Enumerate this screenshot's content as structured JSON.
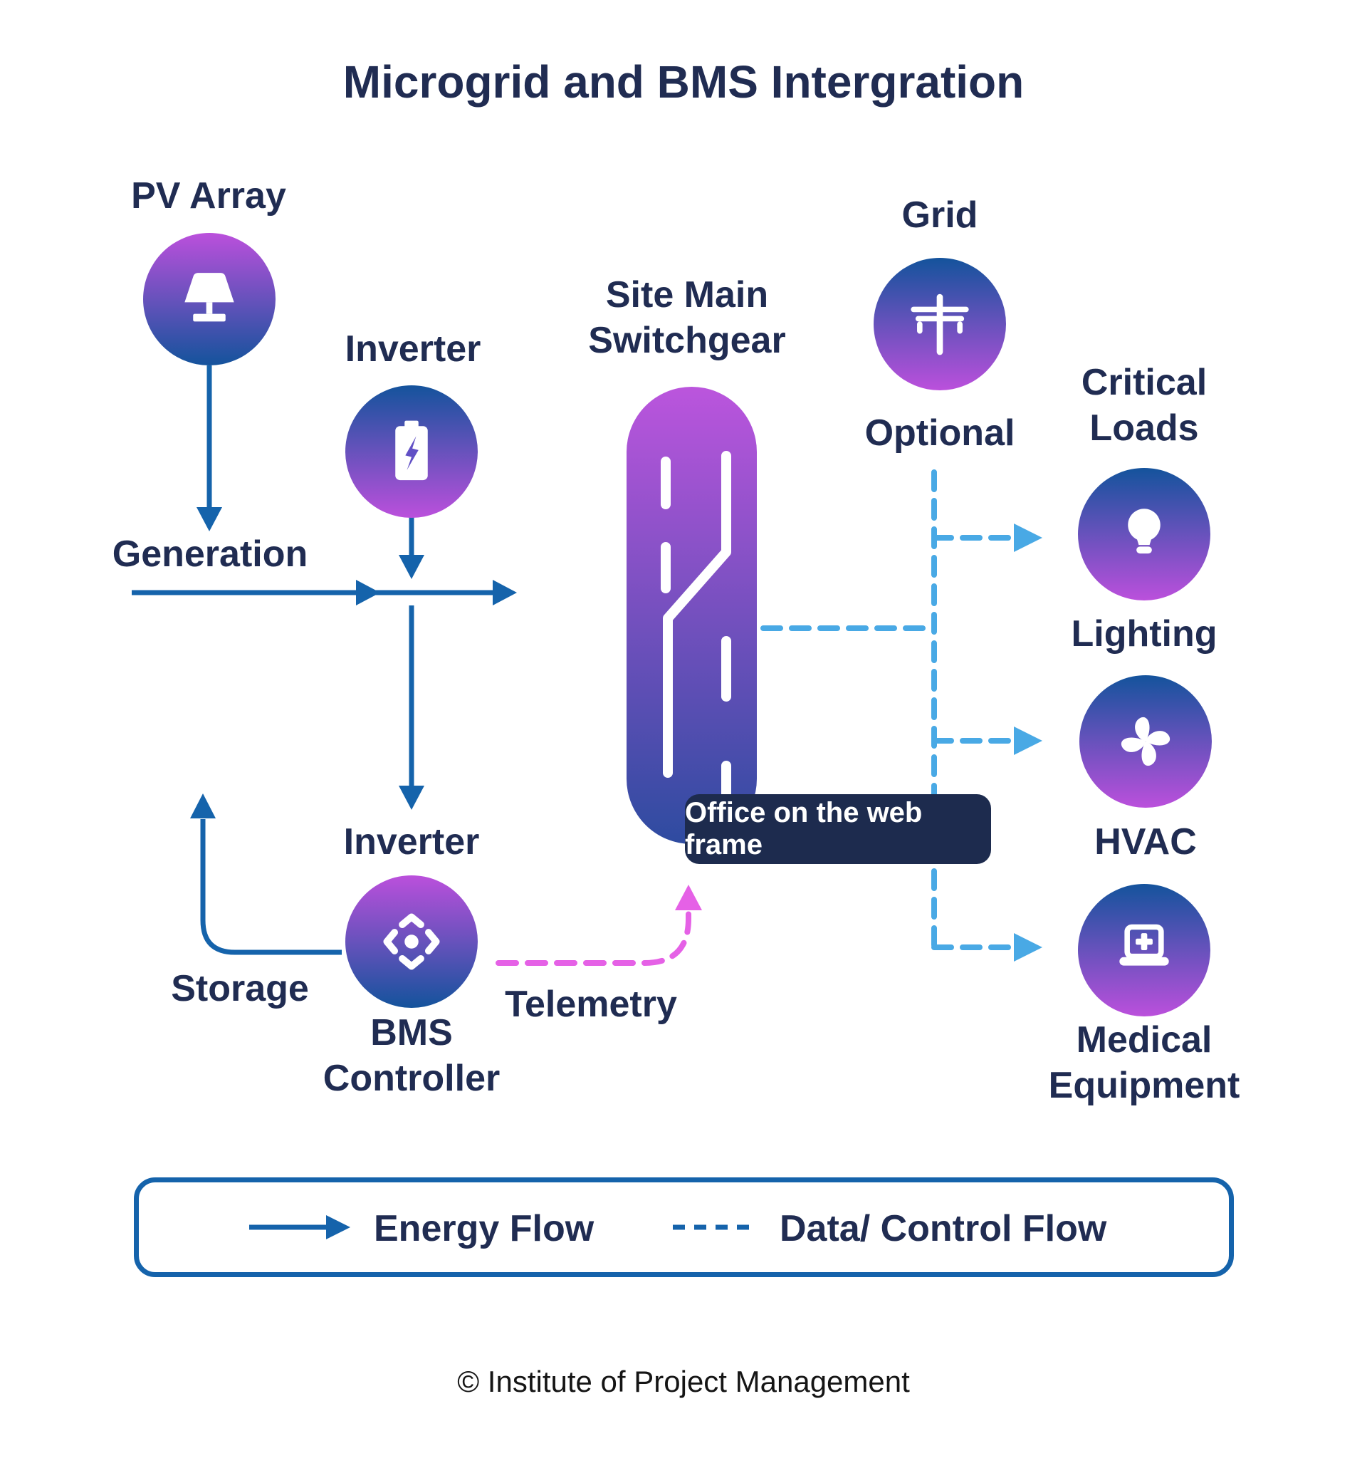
{
  "title": "Microgrid and BMS Intergration",
  "footer": "© Institute of Project Management",
  "tooltip": {
    "text": "Office on the web frame"
  },
  "legend": {
    "energy_label": "Energy Flow",
    "data_label": "Data/ Control Flow"
  },
  "nodes": {
    "pv_array": {
      "label": "PV Array",
      "icon": "lamp-icon"
    },
    "inverter_top": {
      "label": "Inverter",
      "icon": "battery-charging-icon"
    },
    "switchgear": {
      "label_line1": "Site Main",
      "label_line2": "Switchgear",
      "icon": "road-icon"
    },
    "grid": {
      "label": "Grid",
      "sublabel": "Optional",
      "icon": "utility-pole-icon"
    },
    "critical_loads": {
      "label_line1": "Critical",
      "label_line2": "Loads"
    },
    "lighting": {
      "label": "Lighting",
      "icon": "lightbulb-icon"
    },
    "hvac": {
      "label": "HVAC",
      "icon": "fan-icon"
    },
    "medical": {
      "label_line1": "Medical",
      "label_line2": "Equipment",
      "icon": "medical-laptop-icon"
    },
    "bms": {
      "label_top": "Inverter",
      "label_line1": "BMS",
      "label_line2": "Controller",
      "icon": "dpad-move-icon"
    }
  },
  "flow_labels": {
    "generation": "Generation",
    "storage": "Storage",
    "telemetry": "Telemetry"
  },
  "colors": {
    "text_navy": "#202c52",
    "energy_blue": "#1563ab",
    "data_sky": "#49a9e5",
    "telemetry_pink": "#e561e6",
    "tooltip_bg": "#1d2b4e",
    "tooltip_text": "#ffffff",
    "grad_magenta": "#bb50dc",
    "grad_blue": "#14539c",
    "pill_top": "#bb55dd",
    "pill_bottom": "#2e4ba0",
    "footer_text": "#151515",
    "background": "#ffffff"
  }
}
